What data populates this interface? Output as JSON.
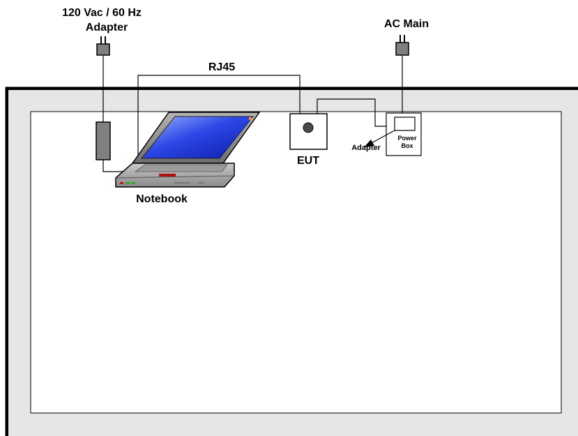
{
  "labels": {
    "adapter_source_line1": "120 Vac / 60 Hz",
    "adapter_source_line2": "Adapter",
    "ac_main": "AC Main",
    "rj45": "RJ45",
    "eut": "EUT",
    "notebook": "Notebook",
    "adapter_small": "Adapter",
    "power_box_line1": "Power",
    "power_box_line2": "Box"
  },
  "colors": {
    "table_fill": "#e6e6e6",
    "table_inner": "#ffffff",
    "plug": "#7f7f7f",
    "adapter_brick": "#808080",
    "screen_blue": "#1e2fd8",
    "laptop_body": "#9a9a9a",
    "line": "#000000"
  },
  "icons": [
    "plug-icon",
    "laptop-icon",
    "adapter-brick-icon",
    "eut-device-icon",
    "power-box-icon",
    "arrow-icon"
  ]
}
